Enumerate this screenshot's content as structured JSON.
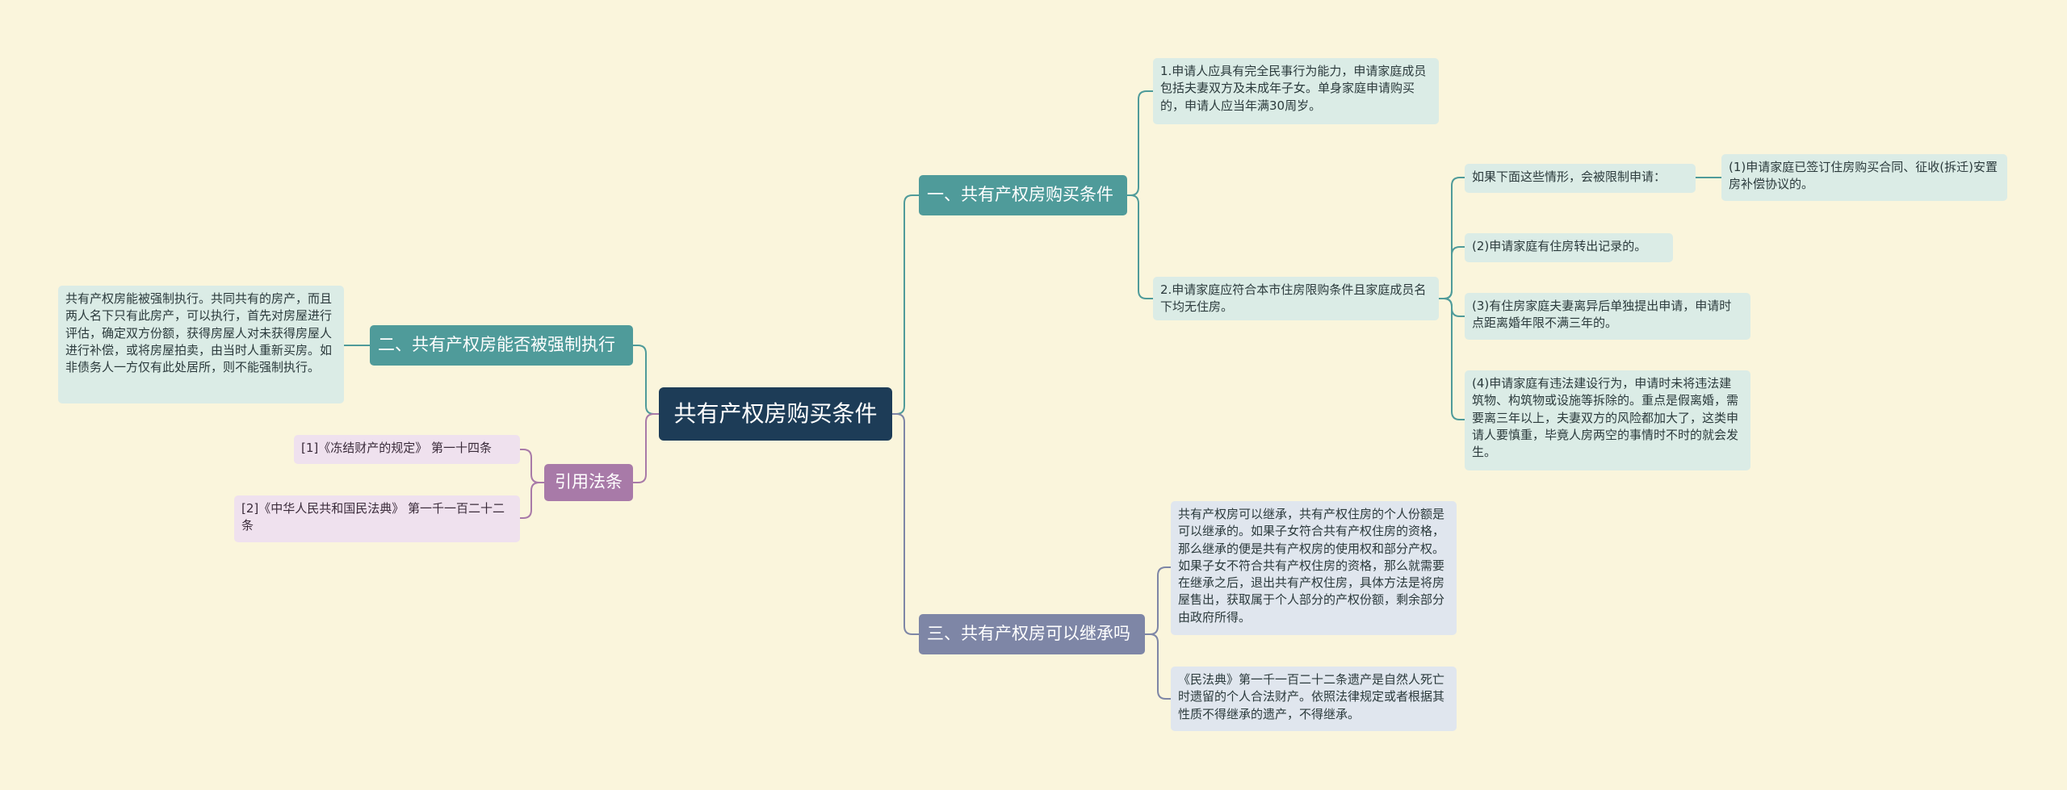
{
  "colors": {
    "background": "#faf5dc",
    "root": "#1d3c57",
    "branch1": "#4f9b9a",
    "branch2": "#4f9b9a",
    "branch3": "#7e86a6",
    "references": "#a87aa8",
    "link_teal": "#4f9b9a",
    "link_blue": "#7e86a6",
    "link_purple": "#a87aa8"
  },
  "mindmap": {
    "root": "共有产权房购买条件",
    "branch1": {
      "label": "一、共有产权房购买条件",
      "item1": "1.申请人应具有完全民事行为能力，申请家庭成员包括夫妻双方及未成年子女。单身家庭申请购买的，申请人应当年满30周岁。",
      "item2": "2.申请家庭应符合本市住房限购条件且家庭成员名下均无住房。",
      "restriction_title": "如果下面这些情形，会被限制申请：",
      "restriction1": "(1)申请家庭已签订住房购买合同、征收(拆迁)安置房补偿协议的。",
      "restriction2": "(2)申请家庭有住房转出记录的。",
      "restriction3": "(3)有住房家庭夫妻离异后单独提出申请，申请时点距离婚年限不满三年的。",
      "restriction4": "(4)申请家庭有违法建设行为，申请时未将违法建筑物、构筑物或设施等拆除的。重点是假离婚，需要离三年以上，夫妻双方的风险都加大了，这类申请人要慎重，毕竟人房两空的事情时不时的就会发生。"
    },
    "branch2": {
      "label": "二、共有产权房能否被强制执行",
      "text": "共有产权房能被强制执行。共同共有的房产，而且两人名下只有此房产，可以执行，首先对房屋进行评估，确定双方份额，获得房屋人对未获得房屋人进行补偿，或将房屋拍卖，由当时人重新买房。如非债务人一方仅有此处居所，则不能强制执行。"
    },
    "branch3": {
      "label": "三、共有产权房可以继承吗",
      "text1": "共有产权房可以继承，共有产权住房的个人份额是可以继承的。如果子女符合共有产权住房的资格，那么继承的便是共有产权房的使用权和部分产权。如果子女不符合共有产权住房的资格，那么就需要在继承之后，退出共有产权住房，具体方法是将房屋售出，获取属于个人部分的产权份额，剩余部分由政府所得。",
      "text2": "《民法典》第一千一百二十二条遗产是自然人死亡时遗留的个人合法财产。依照法律规定或者根据其性质不得继承的遗产，不得继承。"
    },
    "references": {
      "label": "引用法条",
      "ref1": "[1]《冻结财产的规定》 第一十四条",
      "ref2": "[2]《中华人民共和国民法典》 第一千一百二十二条"
    }
  }
}
